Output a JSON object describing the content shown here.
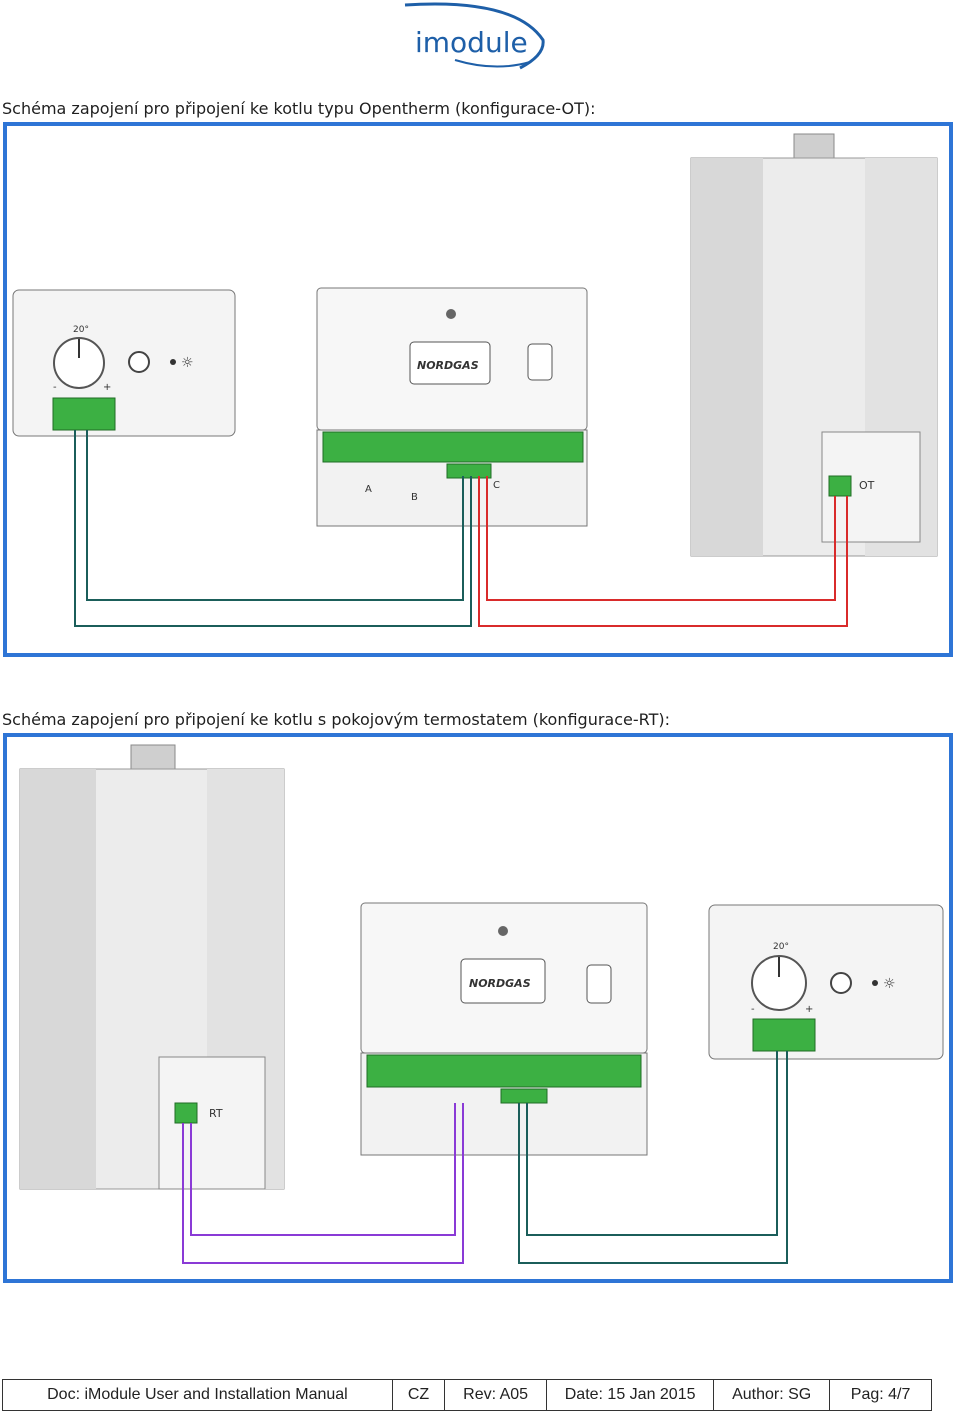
{
  "logo": {
    "text": "imodule",
    "color": "#1e5fa8"
  },
  "sections": [
    {
      "caption": "Schéma zapojení pro připojení ke kotlu typu Opentherm (konfigurace-OT):",
      "terminal_label": "OT",
      "wire_colors": {
        "thermostat": "#1b5e5a",
        "boiler": "#d92b2b"
      }
    },
    {
      "caption": "Schéma zapojení pro připojení ke kotlu s pokojovým termostatem (konfigurace-RT):",
      "terminal_label": "RT",
      "wire_colors": {
        "thermostat": "#1b5e5a",
        "boiler": "#8a3ad6"
      }
    }
  ],
  "thermostat": {
    "temp_label": "20°",
    "minus": "-",
    "plus": "+"
  },
  "module": {
    "brand": "NORDGAS",
    "terminal_a": "A",
    "terminal_b": "B",
    "terminal_c": "C"
  },
  "frame_color": "#2e75d6",
  "footer": {
    "doc": "Doc: iModule User and Installation Manual",
    "lang": "CZ",
    "rev": "Rev: A05",
    "date": "Date: 15 Jan 2015",
    "author": "Author: SG",
    "page": "Pag: 4/7"
  }
}
